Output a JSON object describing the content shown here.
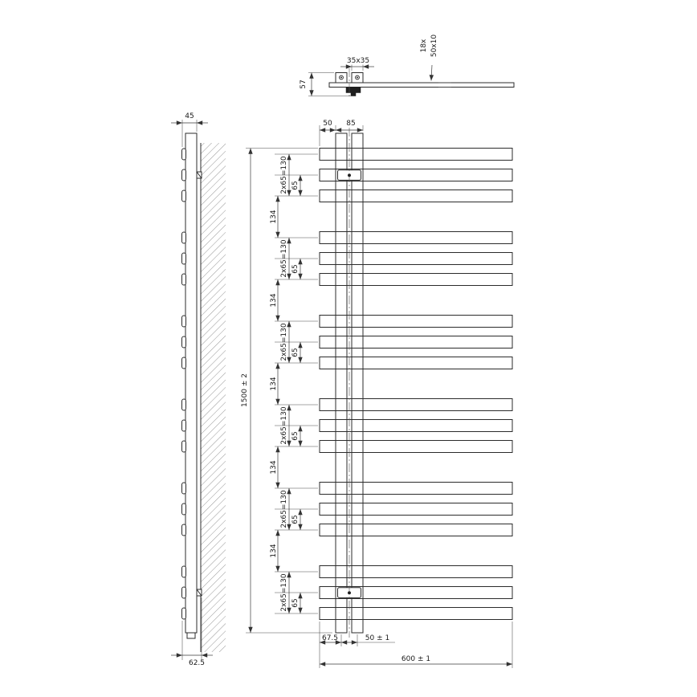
{
  "drawing": {
    "type": "radiator-technical-drawing",
    "views": {
      "side_view": "left side elevation with wall section",
      "front_view": "front elevation with towel bars",
      "top_view": "top detail with wall bracket"
    }
  },
  "dimensions": {
    "side_depth": "45",
    "side_bottom": "62.5",
    "bracket_size": "35x35",
    "bracket_height": "57",
    "bar_count": "18x",
    "bar_profile": "50x10",
    "tube_offset": "50",
    "tube_span": "85",
    "overall_height": "1500 ± 2",
    "group_span": "2x65=130",
    "bar_pitch": "65",
    "group_gap": "134",
    "bottom_offset": "67.5",
    "connection_spacing": "50 ± 1",
    "overall_width": "600 ± 1"
  }
}
